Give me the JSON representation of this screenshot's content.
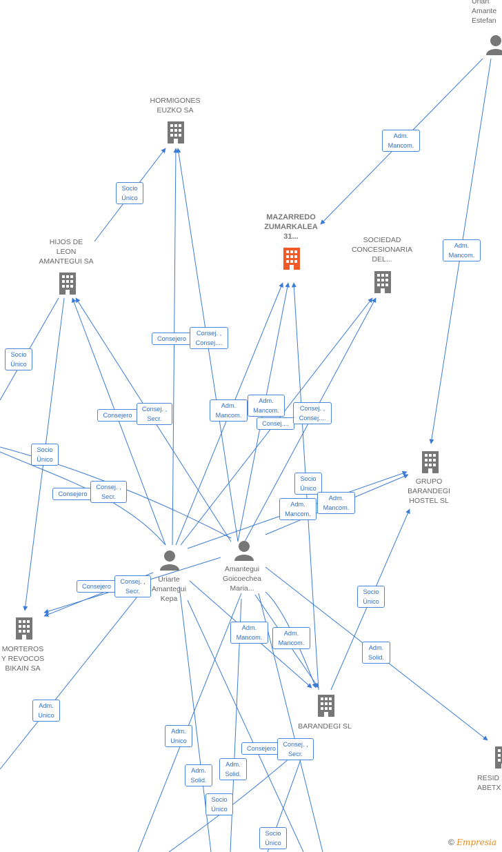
{
  "nodes": {
    "hormigones": {
      "label": "HORMIGONES\nEUZKO SA"
    },
    "mazarredo": {
      "label": "MAZARREDO\nZUMARKALEA\n31..."
    },
    "sociedad": {
      "label": "SOCIEDAD\nCONCESIONARIA\nDEL..."
    },
    "hijos": {
      "label": "HIJOS DE\nLEON\nAMANTEGUI SA"
    },
    "grupo": {
      "label": "GRUPO\nBARANDEGI\nHOSTEL SL"
    },
    "morteros": {
      "label": "MORTEROS\nY REVOCOS\nBIKAIN SA"
    },
    "barandegi": {
      "label": "BARANDEGI SL"
    },
    "resid": {
      "label": "RESID\nABETX"
    },
    "uriarte_top": {
      "label": "Uriart\nAmante\nEstefan"
    },
    "uriarte_kepa": {
      "label": "Uriarte\nAmantegui\nKepa"
    },
    "amantegui": {
      "label": "Amantegui\nGoicoechea\nMaria..."
    }
  },
  "edge_labels": [
    {
      "id": "e1",
      "text": "Adm.\nMancom."
    },
    {
      "id": "e2",
      "text": "Adm.\nMancom."
    },
    {
      "id": "e3",
      "text": "Socio\nÚnico"
    },
    {
      "id": "e4",
      "text": "Consejero"
    },
    {
      "id": "e5",
      "text": "Consej. ,\nConsej...."
    },
    {
      "id": "e6",
      "text": "Socio\nÚnico"
    },
    {
      "id": "e7",
      "text": "Consejero"
    },
    {
      "id": "e8",
      "text": "Consej. ,\nSecr."
    },
    {
      "id": "e9",
      "text": "Adm.\nMancom."
    },
    {
      "id": "e10",
      "text": "Adm.\nMancom."
    },
    {
      "id": "e11",
      "text": "Consej...."
    },
    {
      "id": "e12",
      "text": "Consej. ,\nConsej...."
    },
    {
      "id": "e13",
      "text": "Socio\nÚnico"
    },
    {
      "id": "e14",
      "text": "Consejero"
    },
    {
      "id": "e15",
      "text": "Consej. ,\nSecr."
    },
    {
      "id": "e16",
      "text": "Socio\nÚnico"
    },
    {
      "id": "e17",
      "text": "Adm.\nMancom."
    },
    {
      "id": "e18",
      "text": "Adm.\nMancom."
    },
    {
      "id": "e19",
      "text": "Consejero"
    },
    {
      "id": "e20",
      "text": "Consej. ,\nSecr."
    },
    {
      "id": "e21",
      "text": "Socio\nÚnico"
    },
    {
      "id": "e22",
      "text": "Adm.\nMancom."
    },
    {
      "id": "e23",
      "text": "Adm.\nMancom."
    },
    {
      "id": "e24",
      "text": "Adm.\nSolid."
    },
    {
      "id": "e25",
      "text": "Adm.\nUnico"
    },
    {
      "id": "e26",
      "text": "Adm.\nUnico"
    },
    {
      "id": "e27",
      "text": "Consejero"
    },
    {
      "id": "e28",
      "text": "Consej. ,\nSecr."
    },
    {
      "id": "e29",
      "text": "Adm.\nSolid."
    },
    {
      "id": "e30",
      "text": "Adm.\nSolid."
    },
    {
      "id": "e31",
      "text": "Socio\nÚnico"
    },
    {
      "id": "e32",
      "text": "Socio\nÚnico"
    }
  ],
  "colors": {
    "edge": "#3a7bd5",
    "company": "#777777",
    "highlight": "#f05a28",
    "person": "#777777"
  },
  "watermark": {
    "symbol": "©",
    "brand": "Empresia"
  }
}
